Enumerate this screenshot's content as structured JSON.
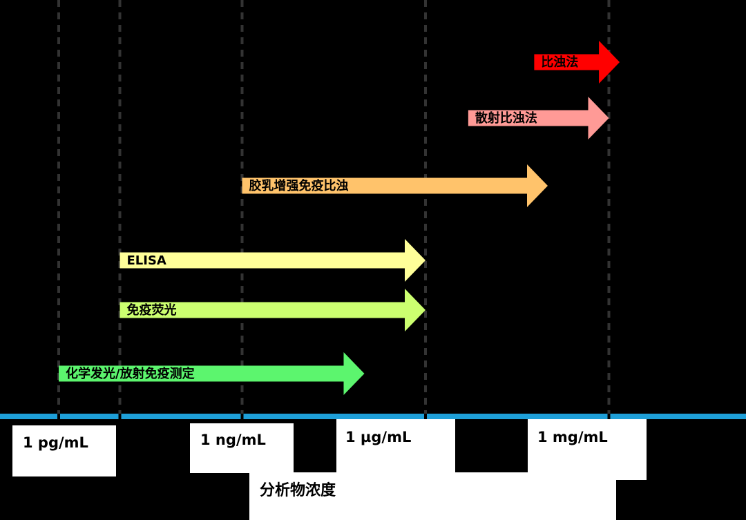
{
  "chart_data": {
    "type": "range-arrows",
    "xlabel": "分析物浓度",
    "x_scale": "log",
    "x_unit": "g/mL",
    "ticks": [
      {
        "label": "1 pg/mL",
        "value": 1e-12
      },
      {
        "label": "1 ng/mL",
        "value": 1e-09
      },
      {
        "label": "1 µg/mL",
        "value": 1e-06
      },
      {
        "label": "1 mg/mL",
        "value": 0.001
      }
    ],
    "series": [
      {
        "name": "比浊法",
        "from": 6e-05,
        "to": 0.0015,
        "color": "#ff0000"
      },
      {
        "name": "散射比浊法",
        "from": 5e-06,
        "to": 0.001,
        "color": "#ff9a96"
      },
      {
        "name": "胶乳增强免疫比浊",
        "from": 1e-09,
        "to": 0.0001,
        "color": "#ffc36b"
      },
      {
        "name": "ELISA",
        "from": 1e-11,
        "to": 1e-06,
        "color": "#ffff99"
      },
      {
        "name": "免疫荧光",
        "from": 1e-11,
        "to": 1e-06,
        "color": "#ccff70"
      },
      {
        "name": "化学发光/放射免疫测定",
        "from": 1e-12,
        "to": 1e-07,
        "color": "#5cf56e"
      }
    ],
    "grid": true,
    "axis_color": "#1e9fd8",
    "gridline_color": "#333333",
    "background": "#000000"
  }
}
